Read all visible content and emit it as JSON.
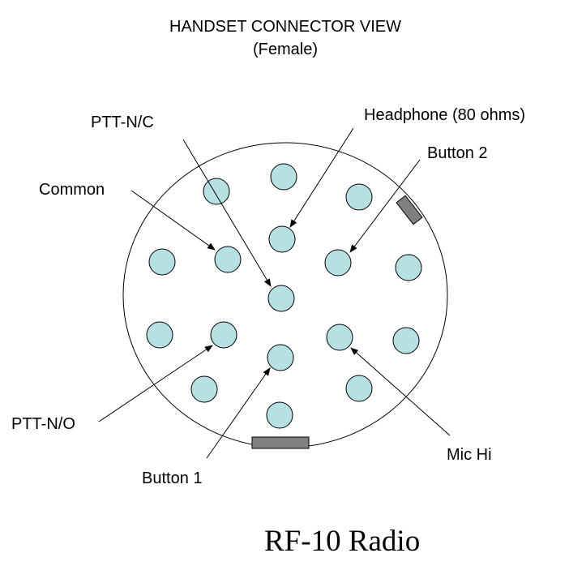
{
  "title": "HANDSET CONNECTOR VIEW",
  "subtitle": "(Female)",
  "labels": {
    "ptt_nc": "PTT-N/C",
    "headphone": "Headphone (80 ohms)",
    "button2": "Button 2",
    "common": "Common",
    "ptt_no": "PTT-N/O",
    "button1": "Button 1",
    "mic_hi": "Mic Hi"
  },
  "caption": "RF-10 Radio",
  "colors": {
    "pin_fill": "#b7e0e3",
    "key_fill": "#808080"
  }
}
